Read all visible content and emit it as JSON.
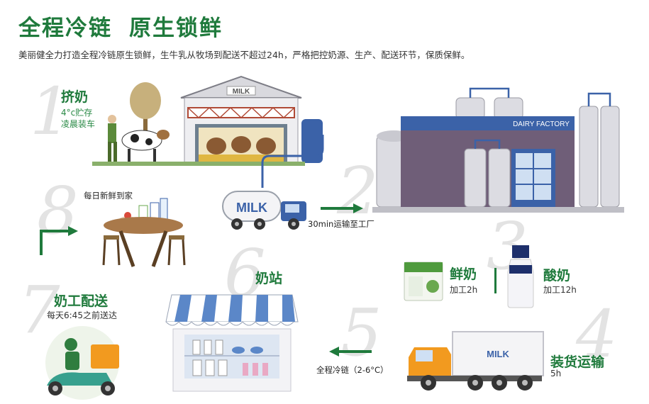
{
  "header": {
    "title_part1": "全程冷链",
    "title_part2": "原生锁鲜",
    "subtitle": "美丽健全力打造全程冷链原生锁鲜，生牛乳从牧场到配送不超过24h，严格把控奶源、生产、配送环节，保质保鲜。"
  },
  "steps": [
    {
      "num": "1",
      "title": "挤奶",
      "lines": [
        "4°c贮存",
        "凌晨装车"
      ]
    },
    {
      "num": "2",
      "caption": "30min运输至工厂",
      "truck_label": "MILK",
      "factory_sign": "DAIRY FACTORY"
    },
    {
      "num": "3",
      "fresh_title": "鲜奶",
      "fresh_sub": "加工2h",
      "yogurt_title": "酸奶",
      "yogurt_sub": "加工12h"
    },
    {
      "num": "4",
      "title": "装货运输",
      "sub": "5h",
      "truck_label": "MILK"
    },
    {
      "num": "5",
      "caption": "全程冷链（2-6°C）"
    },
    {
      "num": "6",
      "title": "奶站"
    },
    {
      "num": "7",
      "title": "奶工配送",
      "sub": "每天6:45之前送达"
    },
    {
      "num": "8",
      "caption": "每日新鲜到家"
    }
  ],
  "colors": {
    "brand_green": "#1f7a3c",
    "arrow_green": "#1f7a3c",
    "factory_blue": "#3b62a8",
    "truck_orange": "#f29a1f"
  }
}
